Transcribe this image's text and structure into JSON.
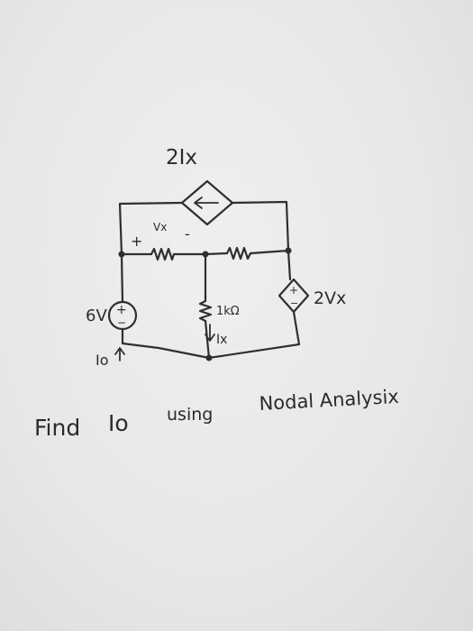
{
  "labels": {
    "dep_current_label": "2Ix",
    "vx_plus": "+",
    "vx_label": "Vx",
    "vx_minus": "-",
    "source_value": "6V",
    "source_plus": "+",
    "source_minus": "−",
    "resistor_label": "1kΩ",
    "ix_label": "Ix",
    "io_label": "Io",
    "dep_voltage_label": "2Vx",
    "dep_voltage_plus": "+",
    "dep_voltage_minus": "−"
  },
  "caption": {
    "find": "Find",
    "io": "Io",
    "using": "using",
    "method": "Nodal Analysix"
  }
}
